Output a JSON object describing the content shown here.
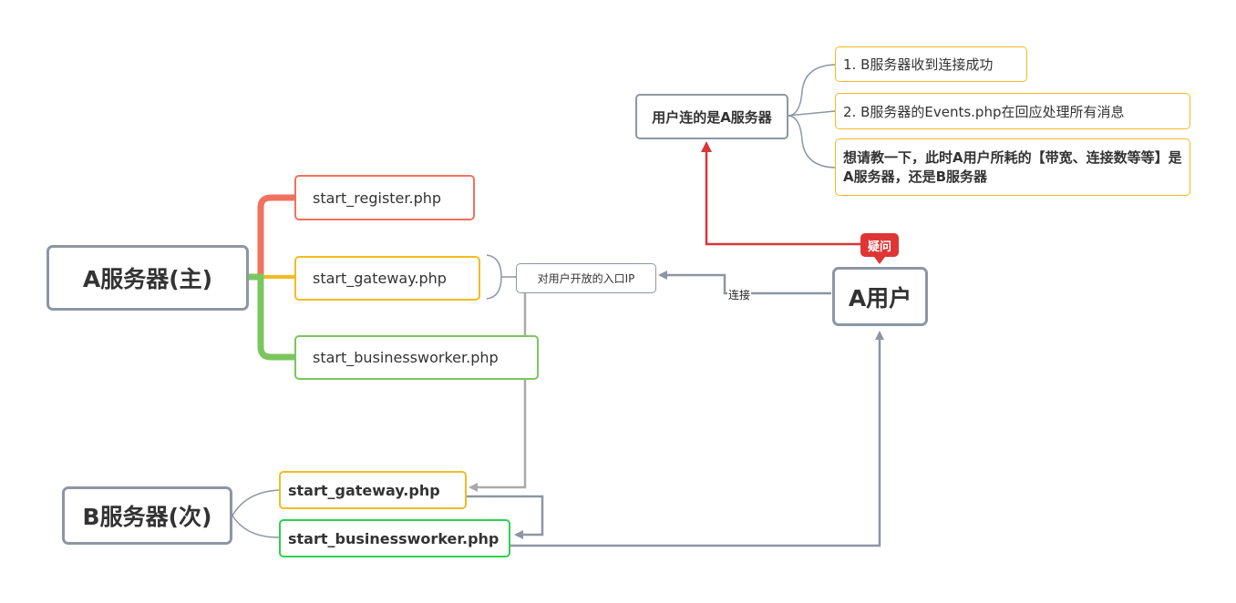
{
  "server_a": {
    "title": "A服务器(主)",
    "register": "start_register.php",
    "gateway": "start_gateway.php",
    "worker": "start_businessworker.php"
  },
  "server_b": {
    "title": "B服务器(次)",
    "gateway": "start_gateway.php",
    "worker": "start_businessworker.php"
  },
  "entry_ip": "对用户开放的入口IP",
  "user": "A用户",
  "connect_label": "连接",
  "question_badge": "疑问",
  "question_root": "用户连的是A服务器",
  "notes": [
    "1. B服务器收到连接成功",
    "2. B服务器的Events.php在回应处理所有消息",
    "想请教一下，此时A用户所耗的【带宽、连接数等等】是A服务器，还是B服务器"
  ],
  "colors": {
    "gray": "#8d96a3",
    "red_branch": "#f0725f",
    "amber": "#f2bb23",
    "green_branch": "#7cc65f",
    "alert_red": "#e03535"
  }
}
